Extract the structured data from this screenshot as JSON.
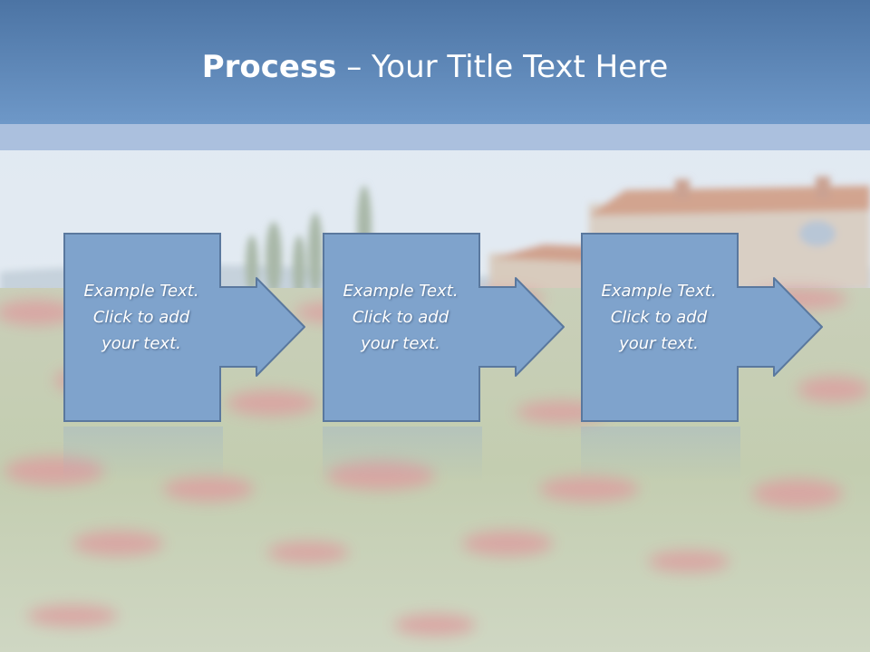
{
  "slide": {
    "title_strong": "Process",
    "title_rest": " – Your Title Text Here"
  },
  "colors": {
    "header_top": "#4c74a4",
    "header_bottom": "#6e98c8",
    "shape_fill": "#7fa3cc",
    "shape_stroke": "#5a789e",
    "text": "#ffffff"
  },
  "steps": [
    {
      "line1": "Example Text.",
      "line2": "Click  to add",
      "line3": "your text."
    },
    {
      "line1": "Example Text.",
      "line2": "Click  to add",
      "line3": "your text."
    },
    {
      "line1": "Example Text.",
      "line2": "Click  to add",
      "line3": "your text."
    }
  ]
}
